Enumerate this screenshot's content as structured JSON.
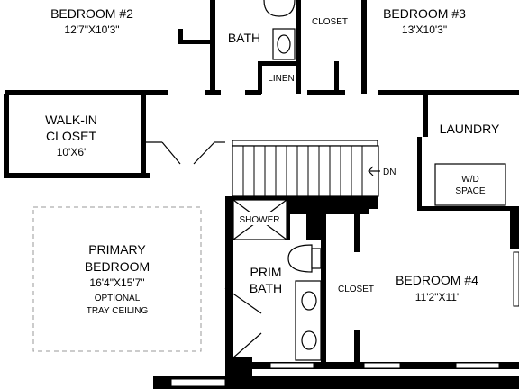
{
  "rooms": {
    "bedroom2": {
      "name": "BEDROOM #2",
      "size": "12'7\"X10'3\""
    },
    "bath": {
      "name": "BATH"
    },
    "closet_top": {
      "name": "CLOSET"
    },
    "bedroom3": {
      "name": "BEDROOM #3",
      "size": "13'X10'3\""
    },
    "linen": {
      "name": "LINEN"
    },
    "walkin": {
      "name_line1": "WALK-IN",
      "name_line2": "CLOSET",
      "size": "10'X6'"
    },
    "laundry": {
      "name": "LAUNDRY"
    },
    "wd": {
      "line1": "W/D",
      "line2": "SPACE"
    },
    "stairs": {
      "label": "DN"
    },
    "shower": {
      "name": "SHOWER"
    },
    "primary": {
      "name_line1": "PRIMARY",
      "name_line2": "BEDROOM",
      "size": "16'4\"X15'7\"",
      "note_line1": "OPTIONAL",
      "note_line2": "TRAY CEILING"
    },
    "prim_bath": {
      "name_line1": "PRIM",
      "name_line2": "BATH"
    },
    "closet_mid": {
      "name": "CLOSET"
    },
    "bedroom4": {
      "name": "BEDROOM #4",
      "size": "11'2\"X11'"
    }
  },
  "colors": {
    "wall": "#000000",
    "background": "#ffffff",
    "ceiling_outline": "#9a9a9a"
  }
}
